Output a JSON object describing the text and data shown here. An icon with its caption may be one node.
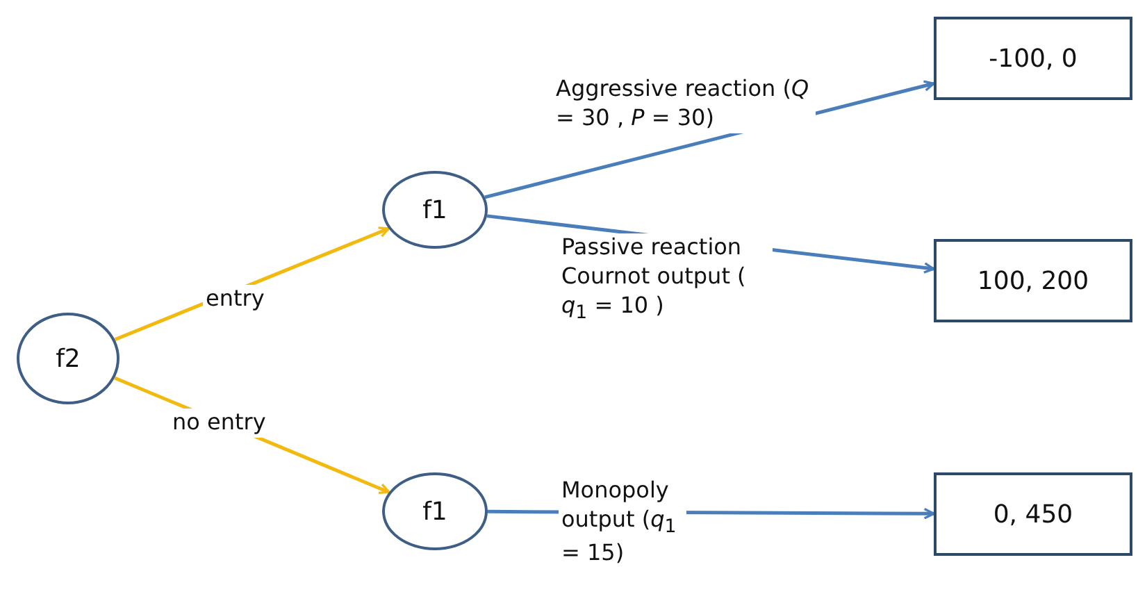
{
  "diagram": {
    "nodes": [
      {
        "text": [
          "f2"
        ]
      },
      {
        "text": [
          "f1"
        ]
      },
      {
        "text": [
          "f1"
        ]
      },
      {
        "text": [
          "-100, 0"
        ]
      },
      {
        "text": [
          "100, 200"
        ]
      },
      {
        "text": [
          "0, 450"
        ]
      }
    ],
    "edges": [
      {
        "from": 0,
        "to": 1,
        "arrow": "to",
        "label": "entry",
        "color": "#f2b90f"
      },
      {
        "from": 0,
        "to": 2,
        "arrow": "to",
        "label": "no entry",
        "color": "#f2b90f"
      },
      {
        "from": 1,
        "to": 3,
        "arrow": "to",
        "label": "Aggressive reaction (*Q* = 30 , *P* = 30)"
      },
      {
        "from": 1,
        "to": 4,
        "arrow": "to",
        "label": "Passive reaction Cournot output ( *q*$_{1}$ = 10 )"
      },
      {
        "from": 2,
        "to": 5,
        "arrow": "to",
        "label": "Monopoly output (*q*$_{1}$ = 15)"
      }
    ]
  }
}
